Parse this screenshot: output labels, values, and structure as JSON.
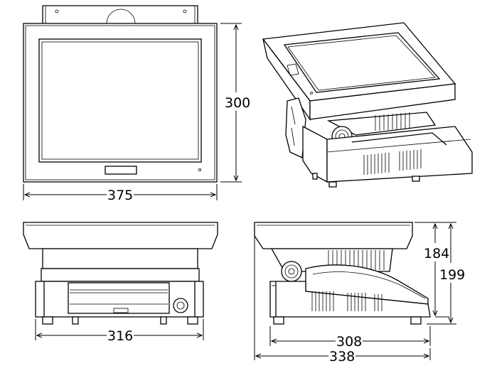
{
  "dimensions": {
    "front_height": "300",
    "front_width": "375",
    "rear_width": "316",
    "side_upper_height": "184",
    "side_total_height": "199",
    "side_base_depth": "308",
    "side_total_depth": "338"
  }
}
